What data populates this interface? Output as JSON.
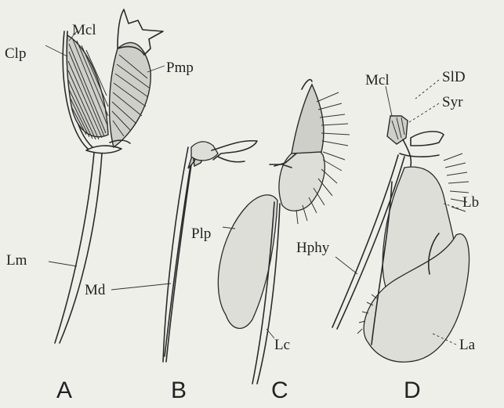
{
  "figure": {
    "panels": [
      {
        "id": "A",
        "caption": "A",
        "labels": {
          "mcl": "Mcl",
          "clp": "Clp",
          "pmp": "Pmp",
          "lm": "Lm"
        }
      },
      {
        "id": "B",
        "caption": "B",
        "labels": {
          "md": "Md"
        }
      },
      {
        "id": "C",
        "caption": "C",
        "labels": {
          "plp": "Plp",
          "lc": "Lc"
        }
      },
      {
        "id": "D",
        "caption": "D",
        "labels": {
          "mcl": "Mcl",
          "sld": "SlD",
          "syr": "Syr",
          "lb": "Lb",
          "hphy": "Hphy",
          "la": "La"
        }
      }
    ]
  }
}
